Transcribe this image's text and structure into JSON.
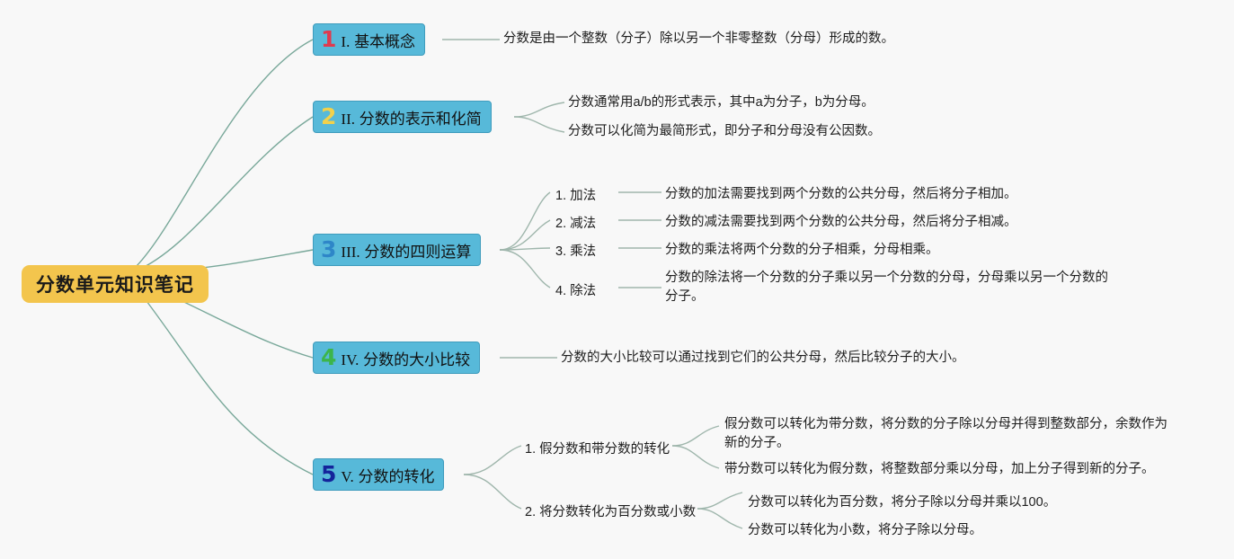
{
  "diagram": {
    "type": "mindmap",
    "background_color": "#f8f8f8",
    "connector_color": "#79a89a",
    "root": {
      "label": "分数单元知识笔记",
      "fill": "#f3c54d",
      "text_color": "#1a1a1a"
    },
    "branch_fill": "#57b9d9",
    "branches": [
      {
        "number": "1",
        "number_color": "#e03a4e",
        "roman": "I.",
        "title": "基本概念",
        "leaves": [
          "分数是由一个整数（分子）除以另一个非零整数（分母）形成的数。"
        ],
        "subs": []
      },
      {
        "number": "2",
        "number_color": "#f2d14b",
        "roman": "II.",
        "title": "分数的表示和化简",
        "leaves": [
          "分数通常用a/b的形式表示，其中a为分子，b为分母。",
          "分数可以化简为最简形式，即分子和分母没有公因数。"
        ],
        "subs": []
      },
      {
        "number": "3",
        "number_color": "#2e86c8",
        "roman": "III.",
        "title": "分数的四则运算",
        "subs": [
          {
            "label": "1. 加法",
            "leaf": "分数的加法需要找到两个分数的公共分母，然后将分子相加。"
          },
          {
            "label": "2. 减法",
            "leaf": "分数的减法需要找到两个分数的公共分母，然后将分子相减。"
          },
          {
            "label": "3. 乘法",
            "leaf": "分数的乘法将两个分数的分子相乘，分母相乘。"
          },
          {
            "label": "4. 除法",
            "leaf": "分数的除法将一个分数的分子乘以另一个分数的分母，分母乘以另一个分数的分子。"
          }
        ],
        "leaves": []
      },
      {
        "number": "4",
        "number_color": "#3cb54a",
        "roman": "IV.",
        "title": "分数的大小比较",
        "leaves": [
          "分数的大小比较可以通过找到它们的公共分母，然后比较分子的大小。"
        ],
        "subs": []
      },
      {
        "number": "5",
        "number_color": "#14249b",
        "roman": "V.",
        "title": "分数的转化",
        "subs": [
          {
            "label": "1. 假分数和带分数的转化",
            "leaves": [
              "假分数可以转化为带分数，将分数的分子除以分母并得到整数部分，余数作为新的分子。",
              "带分数可以转化为假分数，将整数部分乘以分母，加上分子得到新的分子。"
            ]
          },
          {
            "label": "2. 将分数转化为百分数或小数",
            "leaves": [
              "分数可以转化为百分数，将分子除以分母并乘以100。",
              "分数可以转化为小数，将分子除以分母。"
            ]
          }
        ],
        "leaves": []
      }
    ]
  }
}
